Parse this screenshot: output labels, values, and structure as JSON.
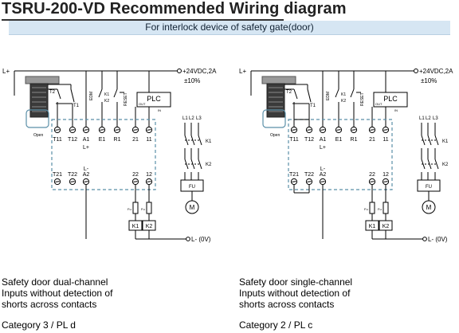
{
  "header": {
    "title": "TSRU-200-VD Recommended Wiring diagram",
    "subtitle": "For interlock device of safety gate(door)"
  },
  "colors": {
    "subtitle_bar": "#d6e6f3",
    "dashed_box": "#5b8fa8",
    "wire": "#000000"
  },
  "diagrams": [
    {
      "id": "dual",
      "supply_plus": "L+",
      "supply_label": "+24VDC,2A",
      "supply_tol": "±10%",
      "ground_label": "L- (0V)",
      "plc_label": "PLC",
      "plc_out": "OUT",
      "plc_in": "IN",
      "switch_labels": [
        "T2",
        "T1"
      ],
      "open_label": "Open",
      "button_labels": [
        "EDM",
        "RESET"
      ],
      "top_terminals": [
        "T11",
        "T12",
        "A1",
        "E1",
        "R1",
        "21",
        "11"
      ],
      "l_plus_inner": "L+",
      "l_minus_inner": "L-",
      "bottom_terminals": [
        "T21",
        "T22",
        "A2",
        "22",
        "12"
      ],
      "relays": [
        "K1",
        "K2"
      ],
      "relay_fuse": "Fu",
      "phase_labels": [
        "L1",
        "L2",
        "L3"
      ],
      "contact_labels": [
        "K1",
        "K2"
      ],
      "fu_label": "FU",
      "motor_label": "M",
      "caption_lines": [
        "Safety door dual-channel",
        "Inputs without detection of",
        "shorts across contacts"
      ],
      "category": "Category 3 / PL d"
    },
    {
      "id": "single",
      "supply_plus": "L+",
      "supply_label": "+24VDC,2A",
      "supply_tol": "±10%",
      "ground_label": "L- (0V)",
      "plc_label": "PLC",
      "plc_out": "OUT",
      "plc_in": "IN",
      "switch_labels": [
        "T2",
        "T1"
      ],
      "open_label": "Open",
      "button_labels": [
        "EDM",
        "RESET"
      ],
      "top_terminals": [
        "T11",
        "T12",
        "A1",
        "E1",
        "R1",
        "21",
        "11"
      ],
      "l_plus_inner": "L+",
      "l_minus_inner": "L-",
      "bottom_terminals": [
        "T21",
        "T22",
        "A2",
        "22",
        "12"
      ],
      "relays": [
        "K1",
        "K2"
      ],
      "relay_fuse": "Fu",
      "phase_labels": [
        "L1",
        "L2",
        "L3"
      ],
      "contact_labels": [
        "K1",
        "K2"
      ],
      "fu_label": "FU",
      "motor_label": "M",
      "caption_lines": [
        "Safety door single-channel",
        "Inputs without detection of",
        "shorts across contacts"
      ],
      "category": "Category 2 / PL c"
    }
  ]
}
